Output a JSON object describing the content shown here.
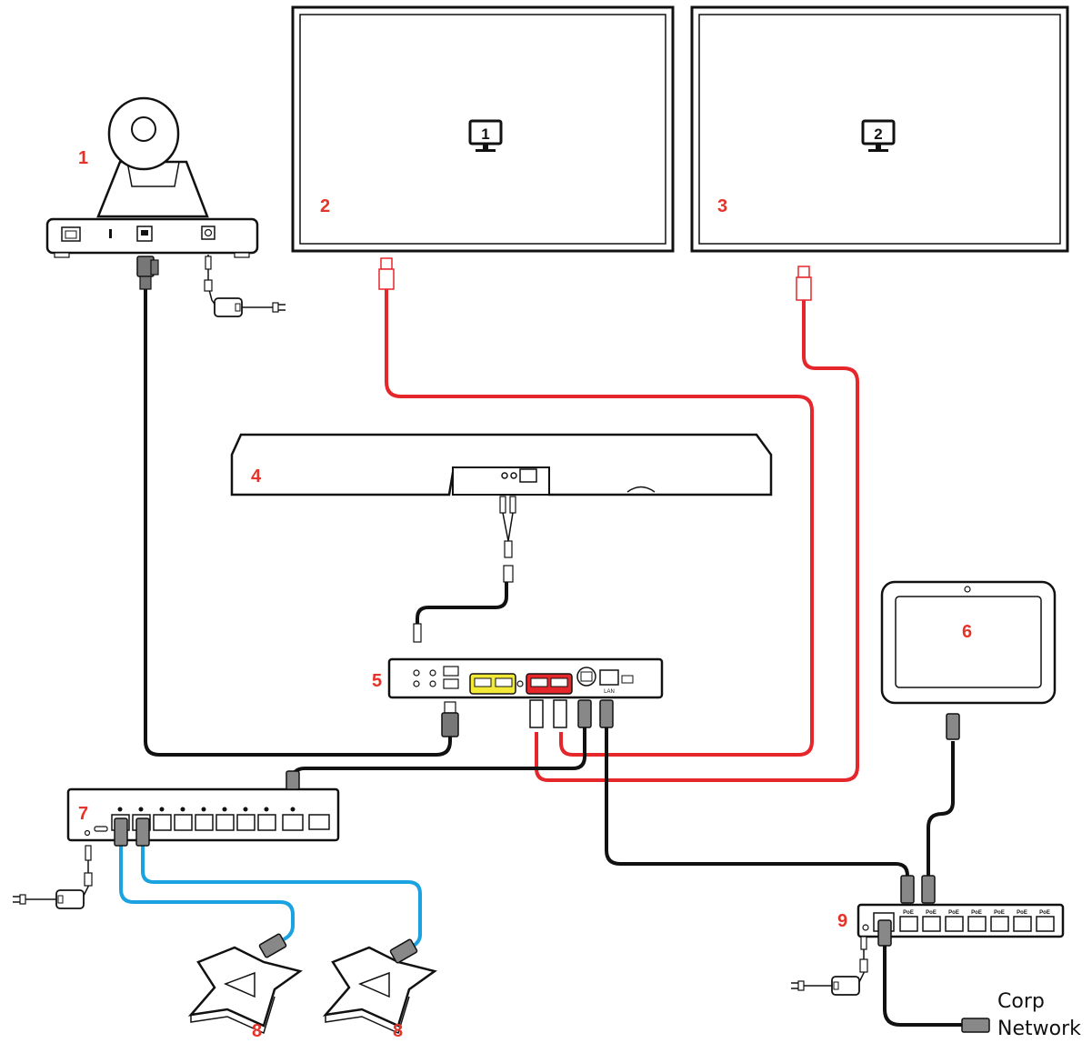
{
  "colors": {
    "label": "#e63329",
    "hdmi_cable": "#e5262b",
    "black_cable": "#111111",
    "blue_cable": "#1aa3e0",
    "hdmi_port_fill": "#e5262b",
    "yellow_port_fill": "#f3ea38",
    "device_outline": "#111111"
  },
  "labels": {
    "camera": "1",
    "display_1": "2",
    "display_2": "3",
    "soundbar": "4",
    "codec": "5",
    "touch_panel": "6",
    "switch_small": "7",
    "mic_left": "8",
    "mic_right": "8",
    "poe_switch": "9"
  },
  "screen_icons": {
    "display_1": "1",
    "display_2": "2"
  },
  "network": {
    "line1": "Corp",
    "line2": "Network"
  },
  "poe_port_label": "PoE",
  "codec_lan_label": "LAN",
  "icons": [
    "monitor-icon",
    "power-adapter-icon",
    "usb-plug-icon",
    "rj45-plug-icon",
    "hdmi-plug-icon",
    "microphone-pod-icon"
  ]
}
